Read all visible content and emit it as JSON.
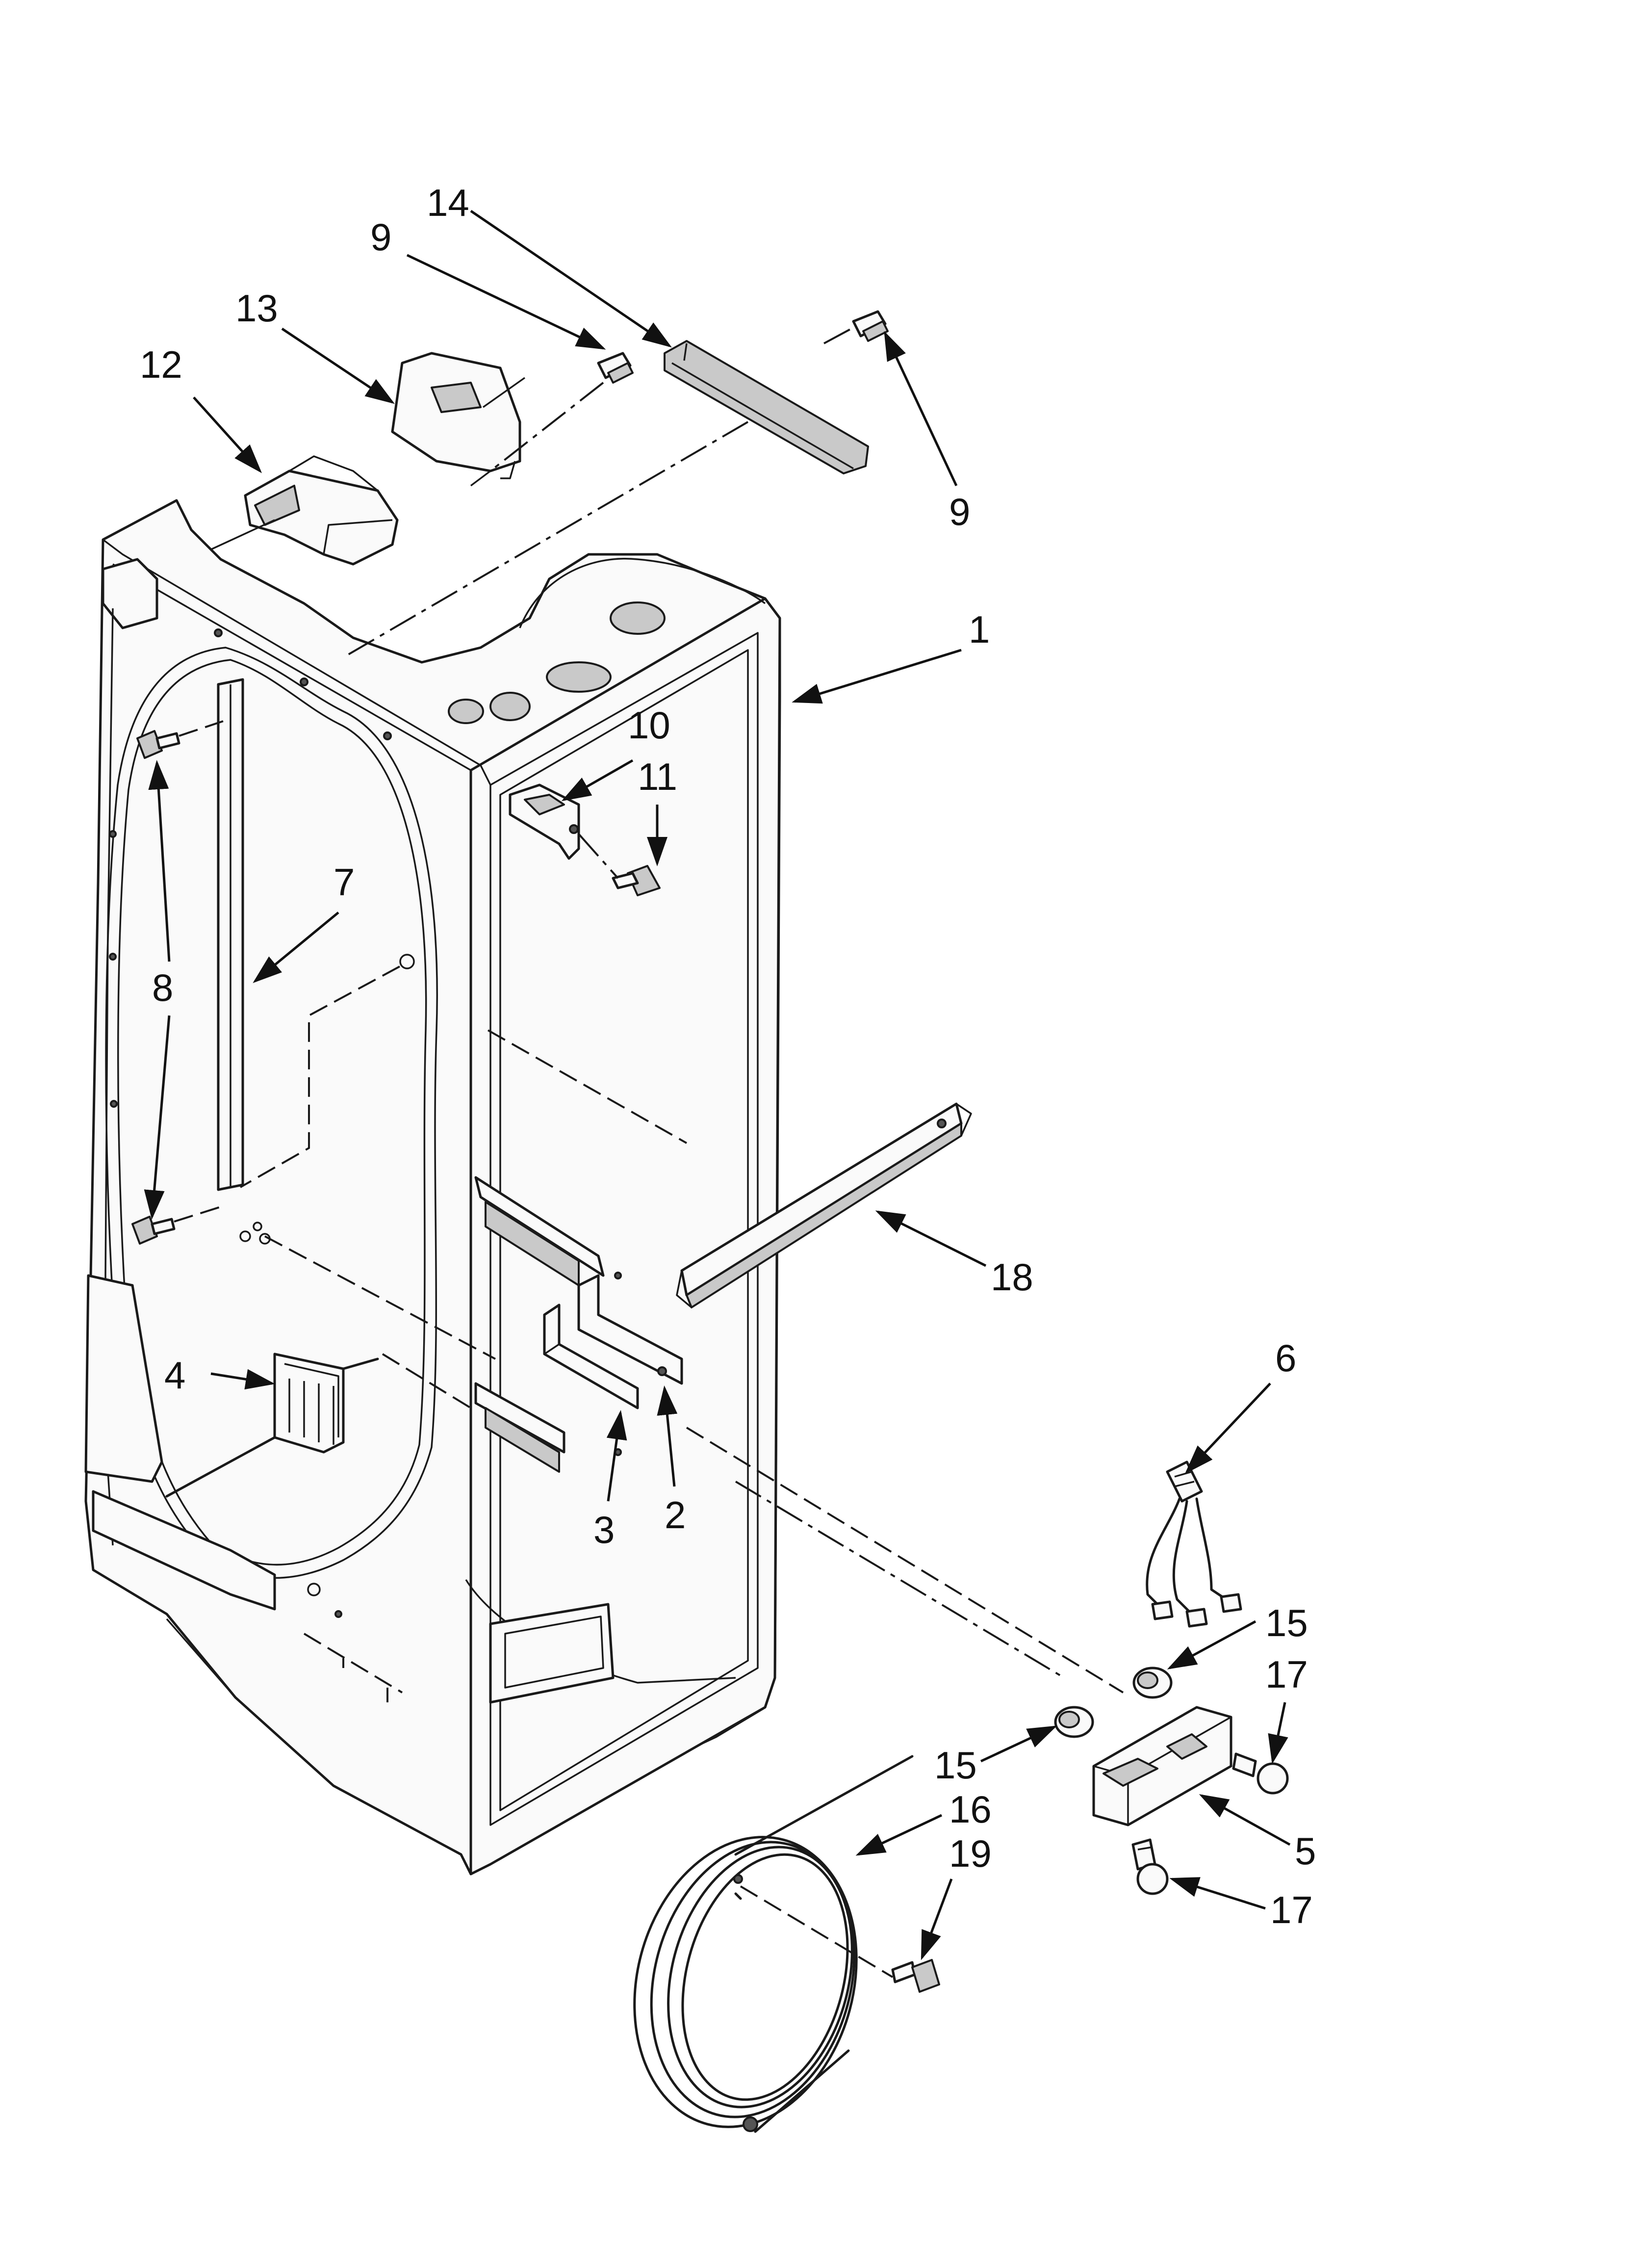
{
  "callouts": {
    "c1": "1",
    "c2": "2",
    "c3": "3",
    "c4": "4",
    "c5": "5",
    "c6": "6",
    "c7": "7",
    "c8": "8",
    "c9a": "9",
    "c9b": "9",
    "c10": "10",
    "c11": "11",
    "c12": "12",
    "c13": "13",
    "c14": "14",
    "c15a": "15",
    "c15b": "15",
    "c16": "16",
    "c17a": "17",
    "c17b": "17",
    "c18": "18",
    "c19": "19"
  }
}
